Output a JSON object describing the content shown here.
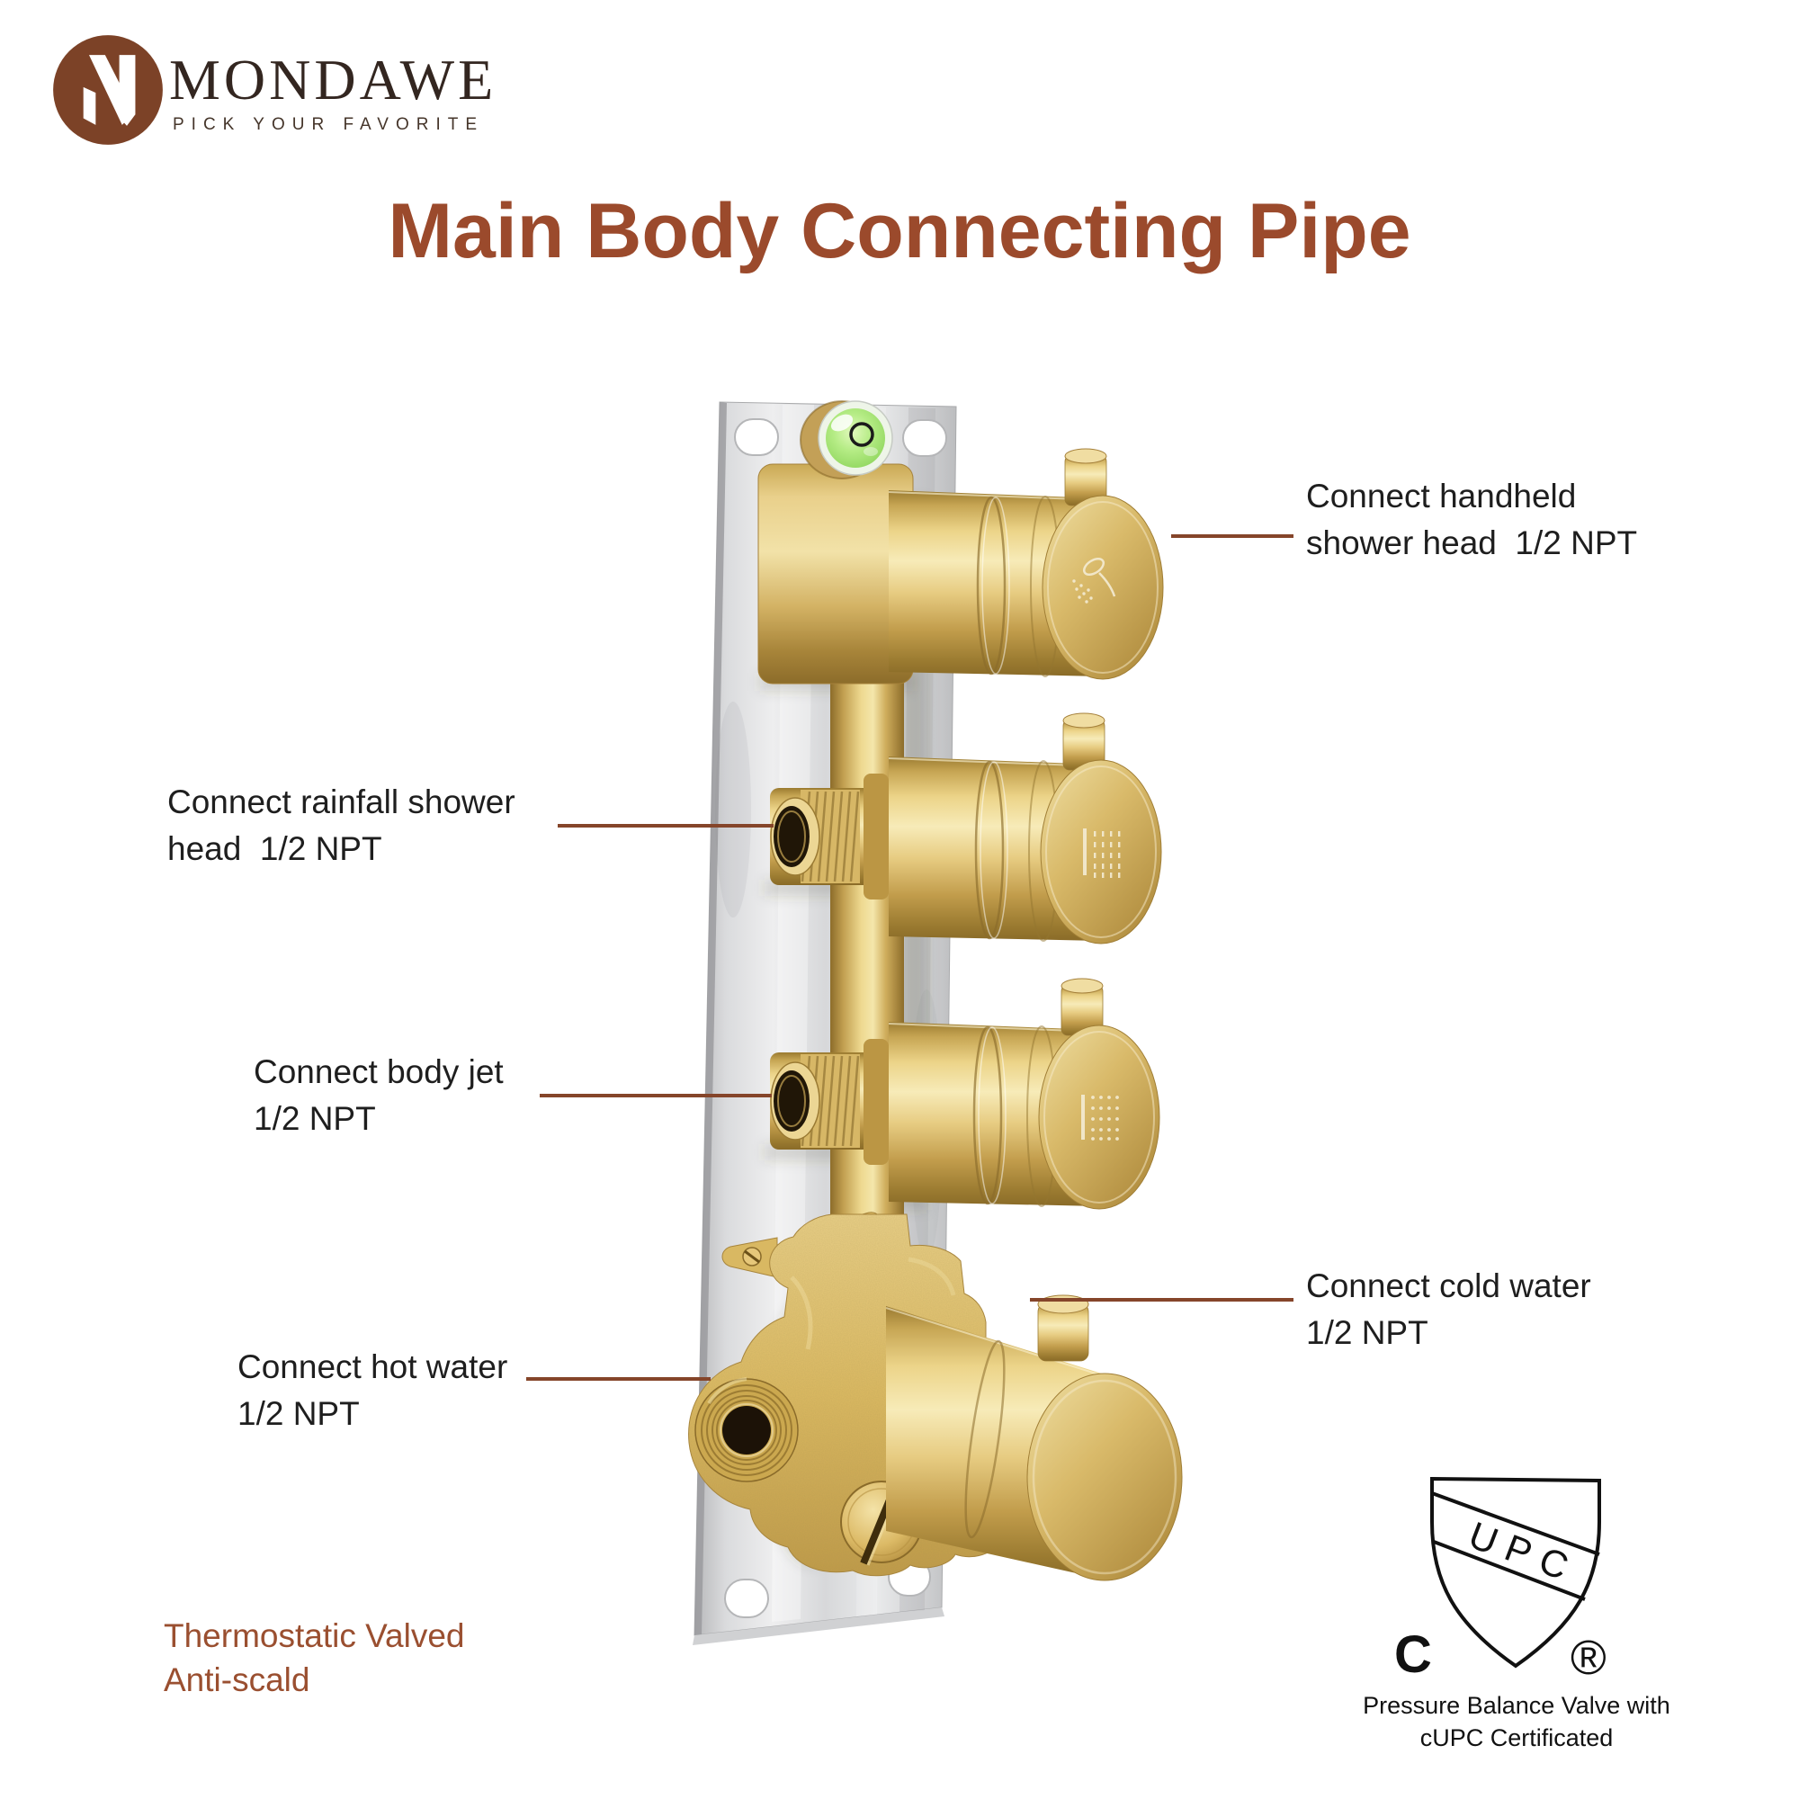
{
  "brand": {
    "name": "MONDAWE",
    "tagline": "PICK YOUR FAVORITE"
  },
  "title": "Main Body Connecting Pipe",
  "callouts": {
    "handheld": {
      "line1": "Connect handheld",
      "line2": "shower head  1/2 NPT"
    },
    "rainfall": {
      "line1": "Connect rainfall shower",
      "line2": "head  1/2 NPT"
    },
    "bodyjet": {
      "line1": "Connect body jet",
      "line2": "1/2 NPT"
    },
    "cold": {
      "line1": "Connect cold water",
      "line2": "1/2 NPT"
    },
    "hot": {
      "line1": "Connect hot water",
      "line2": "1/2 NPT"
    }
  },
  "features": {
    "line1": "Thermostatic Valved",
    "line2": "Anti-scald"
  },
  "certification": {
    "letters": [
      "U",
      "P",
      "C"
    ],
    "left_mark": "C",
    "registered_mark": "®",
    "caption_line1": "Pressure Balance Valve with",
    "caption_line2": "cUPC Certificated"
  },
  "colors": {
    "accent_brown": "#9b4a2c",
    "leader_brown": "#85452a",
    "logo_brown": "#7c4227",
    "text_dark": "#1e1e1e",
    "brass_light": "#f2e2a8",
    "brass_mid": "#d9bc6d",
    "brass_dark": "#8c6c2a",
    "plate_silver": "#d7d8da",
    "level_green": "#a3e070"
  }
}
